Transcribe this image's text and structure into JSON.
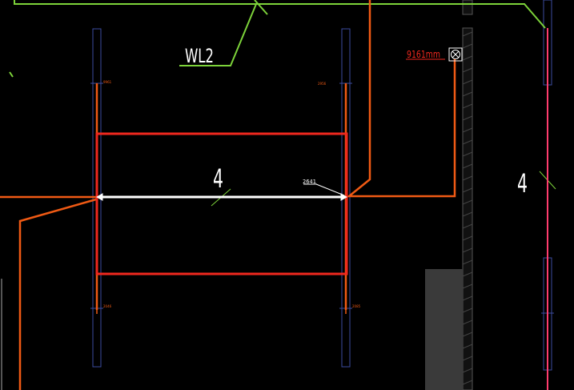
{
  "canvas": {
    "background": "#000000"
  },
  "colors": {
    "wire_green": "#7dd33a",
    "wire_orange": "#f05a14",
    "box_red": "#f0281e",
    "pipe_pink": "#ff3c6e",
    "dim_white": "#ffffff",
    "guide_blue": "#3c4ca0",
    "hatch_gray": "#444444",
    "block_gray": "#3a3a3a"
  },
  "labels": {
    "circuit_label": "WL2",
    "length_left": "4",
    "length_right": "4",
    "dimension_value": "2641",
    "elevation_value": "9161mm",
    "tag_top_left": "9961",
    "tag_top_right": "2956",
    "tag_bottom_left": "2046",
    "tag_bottom_right": "2085"
  },
  "icons": {
    "junction_marker": "cross-circle-icon"
  }
}
